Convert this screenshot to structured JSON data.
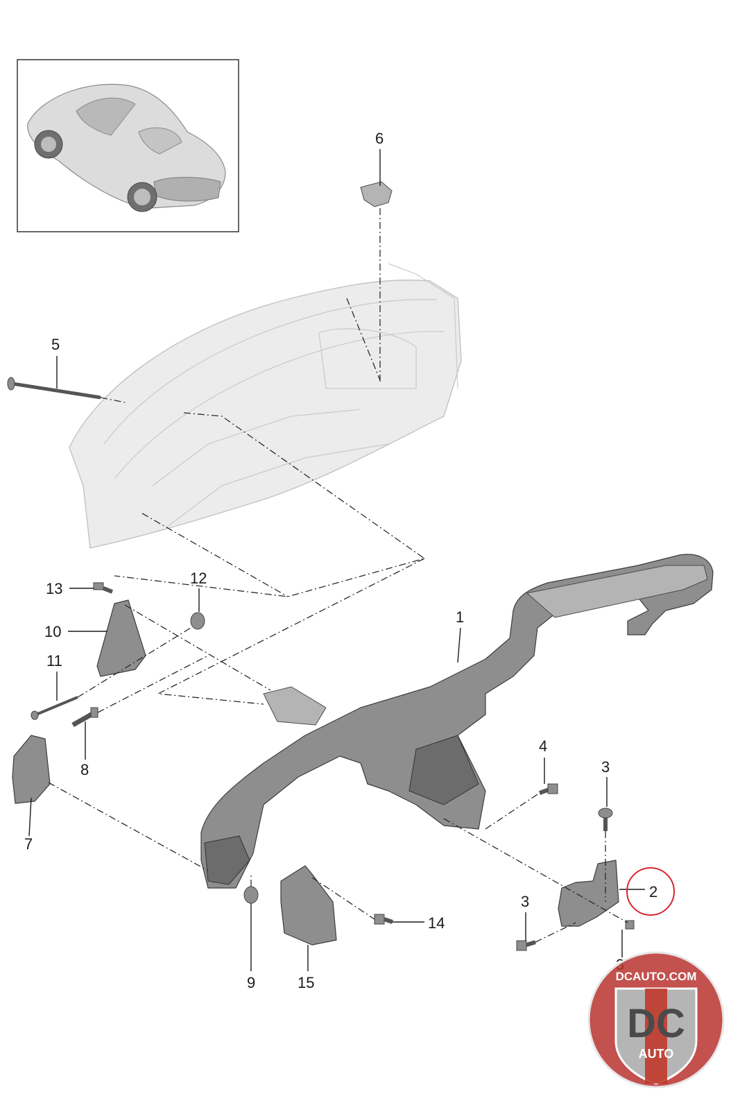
{
  "callouts": [
    {
      "id": "1",
      "text": "1"
    },
    {
      "id": "2",
      "text": "2"
    },
    {
      "id": "3a",
      "text": "3"
    },
    {
      "id": "3b",
      "text": "3"
    },
    {
      "id": "3c",
      "text": "3"
    },
    {
      "id": "4",
      "text": "4"
    },
    {
      "id": "5",
      "text": "5"
    },
    {
      "id": "6",
      "text": "6"
    },
    {
      "id": "7",
      "text": "7"
    },
    {
      "id": "8",
      "text": "8"
    },
    {
      "id": "9",
      "text": "9"
    },
    {
      "id": "10",
      "text": "10"
    },
    {
      "id": "11",
      "text": "11"
    },
    {
      "id": "12",
      "text": "12"
    },
    {
      "id": "13",
      "text": "13"
    },
    {
      "id": "14",
      "text": "14"
    },
    {
      "id": "15",
      "text": "15"
    }
  ],
  "highlighted_callout": "2",
  "logo": {
    "top_text": "DCAUTO.COM",
    "mark": "DC",
    "bottom_text": "AUTO"
  },
  "colors": {
    "highlight_ring": "#d8262e",
    "part_gray": "#8e8e8e",
    "body_shell": "#ececec",
    "logo_red": "#b8322f"
  }
}
